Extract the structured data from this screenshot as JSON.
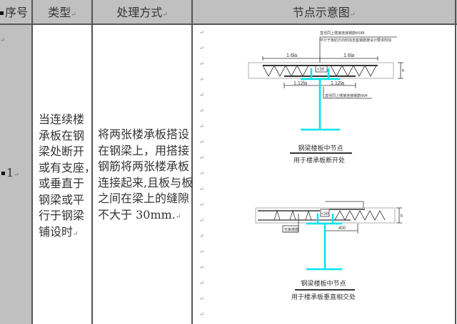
{
  "header": {
    "col1": "序号",
    "col2": "类型",
    "col3": "处理方式",
    "col4": "节点示意图"
  },
  "row": {
    "number": "1",
    "type_lines": [
      "当连续楼",
      "承板在钢",
      "梁处断开",
      "或有支座，",
      "或垂直于",
      "钢梁或平",
      "行于钢梁",
      "铺设时"
    ],
    "method_lines": [
      "将两张楼承板搭设",
      "在钢梁上，用搭接",
      "钢筋将两张楼承板",
      "连接起来,且板与板",
      "之间在梁上的缝隙",
      "不大于 30mm."
    ]
  },
  "paragraph_mark": "↵",
  "diagram1": {
    "note_top1": "直径同上搭接连接钢筋Φ188",
    "note_top2": "平行于板肋方向附加支座钢筋按设计要求附加",
    "dim_top_left": "1.6la",
    "dim_top_right": "1.6la",
    "gap": "<30",
    "dim_bottom_left": "1.12la",
    "dim_bottom_right": "1.12la",
    "note_bottom": "直径同上搭接连接钢筋Φ94",
    "height_label": "h",
    "title": "钢梁楼板中节点",
    "subtitle": "用于楼承板断开处"
  },
  "diagram2": {
    "gap": "<30",
    "dim": "400",
    "height_label": "h",
    "note": "无板楼筋",
    "title": "钢梁楼板中节点",
    "subtitle": "用于楼承板垂直相交处"
  },
  "colors": {
    "header_bg": "#c0c0c0",
    "beam": "#00e5ee"
  }
}
